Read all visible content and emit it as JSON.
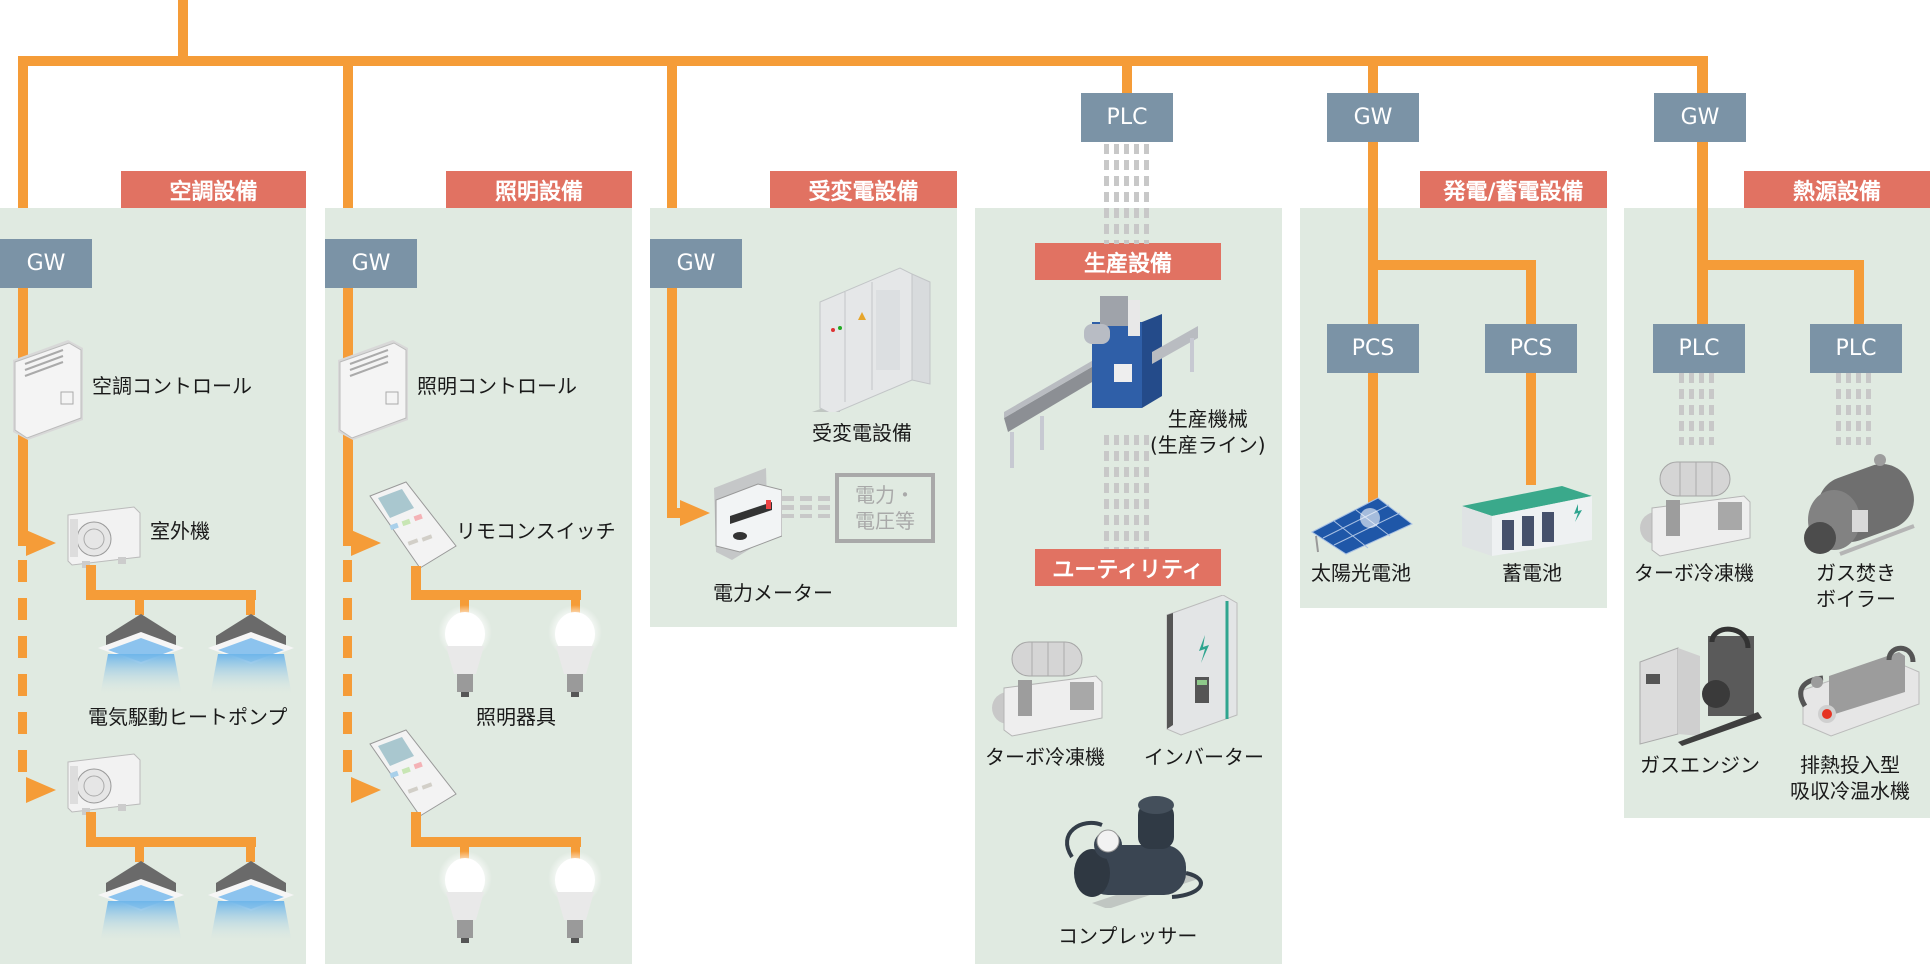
{
  "colors": {
    "bus_line": "#f59c38",
    "node_box": "#7b93a6",
    "category_label": "#e17262",
    "panel_bg": "#e0eae1",
    "signal_line": "#c8c8c8"
  },
  "categories": {
    "hvac": "空調設備",
    "lighting": "照明設備",
    "substation": "受変電設備",
    "production": "生産設備",
    "utility": "ユーティリティ",
    "generation_storage": "発電/蓄電設備",
    "heat_source": "熱源設備"
  },
  "nodes": {
    "hvac_gw": "GW",
    "lighting_gw": "GW",
    "substation_gw": "GW",
    "production_plc": "PLC",
    "generation_gw": "GW",
    "pcs_solar": "PCS",
    "pcs_battery": "PCS",
    "heat_gw": "GW",
    "heat_plc_1": "PLC",
    "heat_plc_2": "PLC"
  },
  "devices": {
    "hvac_control": "空調コントロール",
    "outdoor_unit": "室外機",
    "heat_pump": "電気駆動ヒートポンプ",
    "lighting_control": "照明コントロール",
    "remote_switch": "リモコンスイッチ",
    "lighting_fixture": "照明器具",
    "substation_equipment": "受変電設備",
    "power_meter": "電力メーター",
    "measurement_line1": "電力・",
    "measurement_line2": "電圧等",
    "production_machine_line1": "生産機械",
    "production_machine_line2": "(生産ライン)",
    "utility_turbo_chiller": "ターボ冷凍機",
    "inverter": "インバーター",
    "compressor": "コンプレッサー",
    "solar_cell": "太陽光電池",
    "storage_battery": "蓄電池",
    "heat_turbo_chiller": "ターボ冷凍機",
    "gas_boiler_line1": "ガス焚き",
    "gas_boiler_line2": "ボイラー",
    "gas_engine": "ガスエンジン",
    "absorption_chiller_line1": "排熱投入型",
    "absorption_chiller_line2": "吸収冷温水機"
  }
}
